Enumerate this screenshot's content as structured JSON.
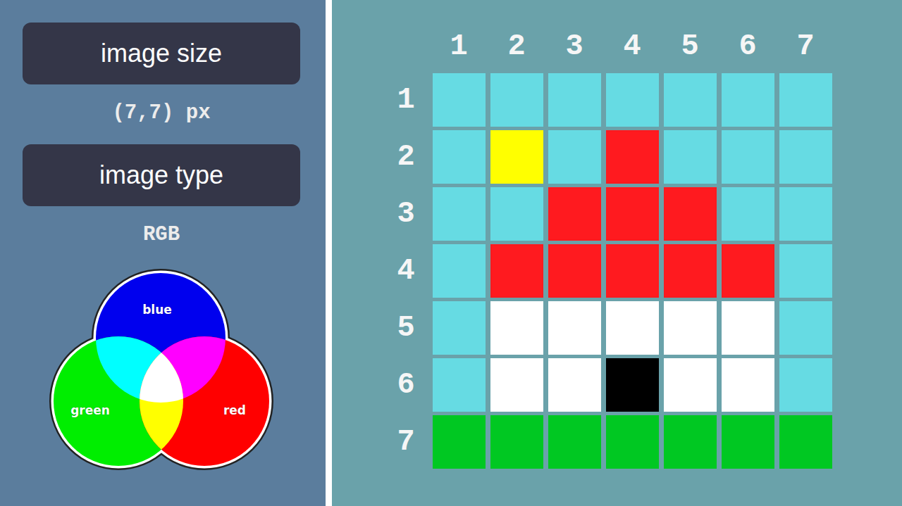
{
  "diagram": {
    "nodes": [
      {
        "text": [
          "image size"
        ]
      },
      {
        "text": [
          "image type"
        ]
      },
      {
        "text": [
          "blue"
        ]
      },
      {
        "text": [
          "green"
        ]
      },
      {
        "text": [
          "red"
        ]
      }
    ],
    "labels": [
      "(7,7) px",
      "RGB",
      "1",
      "2",
      "3",
      "4",
      "5",
      "6",
      "7",
      "1",
      "2",
      "3",
      "4",
      "5",
      "6",
      "7"
    ]
  }
}
